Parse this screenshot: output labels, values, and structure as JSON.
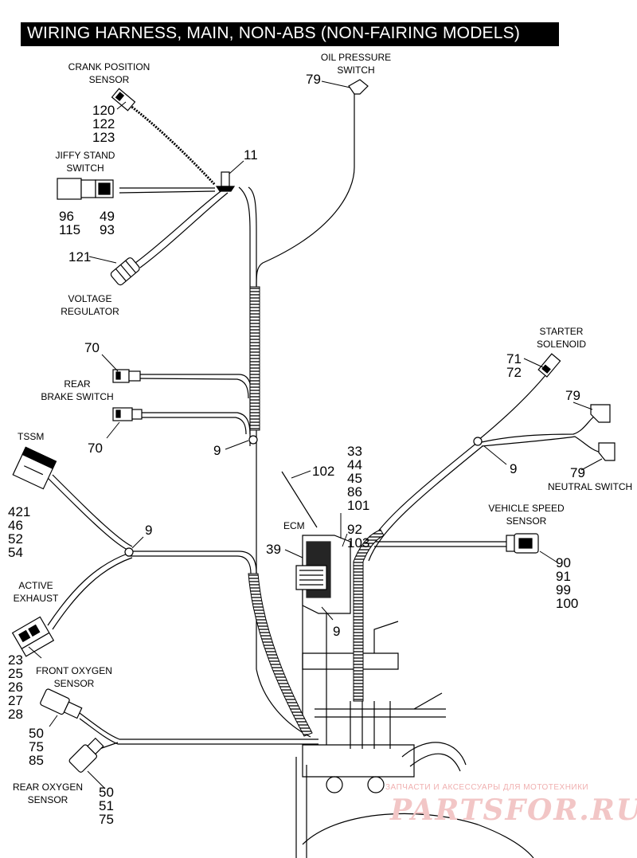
{
  "title": "WIRING HARNESS, MAIN, NON-ABS (NON-FAIRING MODELS)",
  "labels": {
    "crank_sensor": [
      "CRANK POSITION",
      "SENSOR"
    ],
    "oil_switch": [
      "OIL PRESSURE",
      "SWITCH"
    ],
    "jiffy_switch": [
      "JIFFY STAND",
      "SWITCH"
    ],
    "voltage_regulator": [
      "VOLTAGE",
      "REGULATOR"
    ],
    "rear_brake": [
      "REAR",
      "BRAKE SWITCH"
    ],
    "tssm": "TSSM",
    "ecm": "ECM",
    "starter_solenoid": [
      "STARTER",
      "SOLENOID"
    ],
    "neutral_switch": "NEUTRAL SWITCH",
    "vehicle_speed": [
      "VEHICLE SPEED",
      "SENSOR"
    ],
    "active_exhaust": [
      "ACTIVE",
      "EXHAUST"
    ],
    "front_oxygen": [
      "FRONT OXYGEN",
      "SENSOR"
    ],
    "rear_oxygen": [
      "REAR OXYGEN",
      "SENSOR"
    ]
  },
  "callouts": {
    "crank": [
      "120",
      "122",
      "123"
    ],
    "oil": "79",
    "clip_top": "11",
    "jiffy_left": [
      "96",
      "115"
    ],
    "jiffy_right": [
      "49",
      "93"
    ],
    "vreg": "121",
    "brake_top": "70",
    "brake_bottom": "70",
    "clip_mid": "9",
    "tssm": [
      "421",
      "46",
      "52",
      "54"
    ],
    "clip_left": "9",
    "ecm_bracket": "102",
    "ecm_list": [
      "33",
      "44",
      "45",
      "86",
      "101"
    ],
    "ecm_list2": [
      "92",
      "103"
    ],
    "ecm_left": "39",
    "clip_ecm": "9",
    "starter": [
      "71",
      "72"
    ],
    "neutral_top": "79",
    "clip_right": "9",
    "neutral_bottom": "79",
    "vss": [
      "90",
      "91",
      "99",
      "100"
    ],
    "active_exhaust": [
      "23",
      "25",
      "26",
      "27",
      "28"
    ],
    "front_o2": [
      "50",
      "75",
      "85"
    ],
    "rear_o2": [
      "50",
      "51",
      "75"
    ]
  },
  "watermark": {
    "subtitle": "ЗАПЧАСТИ И АКСЕССУАРЫ ДЛЯ МОТОТЕХНИКИ",
    "brand": "PARTSFOR.RU"
  },
  "colors": {
    "line": "#000000",
    "title_bg": "#000000",
    "title_fg": "#ffffff",
    "watermark": "#f2c6c6"
  }
}
